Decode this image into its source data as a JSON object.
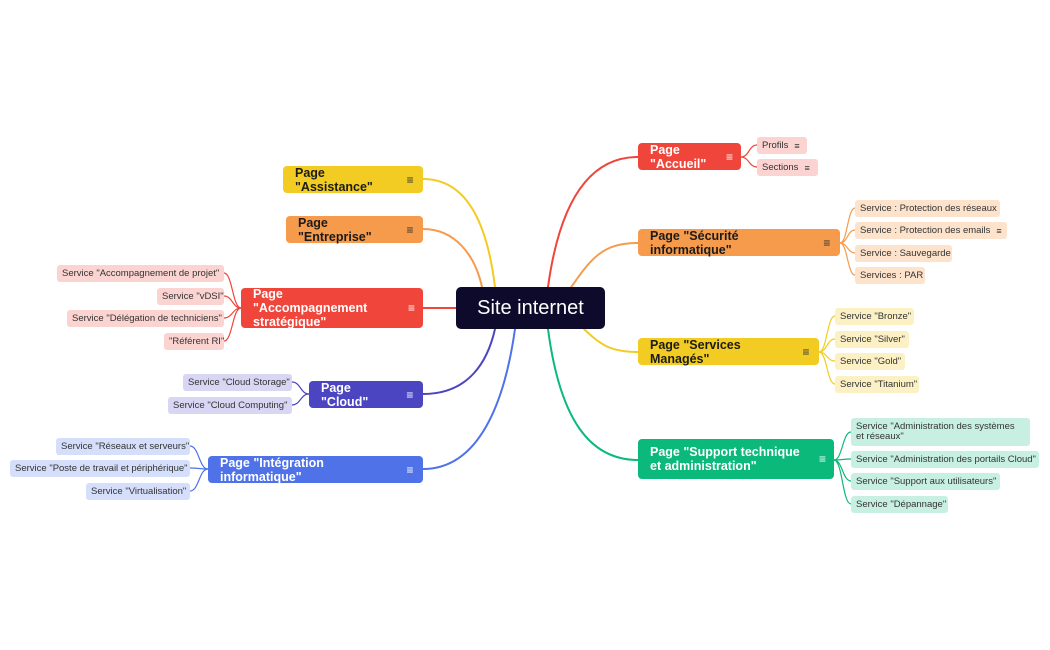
{
  "root": {
    "label": "Site internet",
    "color": "#0d0a2b"
  },
  "branches": {
    "accueil": {
      "label": "Page \"Accueil\"",
      "color": "#f0453a",
      "light": "#fbd3d0",
      "children": [
        "Profils",
        "Sections"
      ]
    },
    "securite": {
      "label": "Page \"Sécurité informatique\"",
      "color": "#f59b4b",
      "light": "#fde3cc",
      "children": [
        "Service : Protection des réseaux",
        "Service : Protection des emails",
        "Service : Sauvegarde",
        "Services : PAR"
      ]
    },
    "manages": {
      "label": "Page \"Services Managés\"",
      "color": "#f2cc22",
      "light": "#fcf1c4",
      "children": [
        "Service \"Bronze\"",
        "Service \"Silver\"",
        "Service \"Gold\"",
        "Service \"Titanium\""
      ]
    },
    "support": {
      "label": "Page \"Support technique et administration\"",
      "color": "#0bb97a",
      "light": "#c8f0e2",
      "children": [
        "Service \"Administration des systèmes et réseaux\"",
        "Service \"Administration des portails Cloud\"",
        "Service \"Support aux utilisateurs\"",
        "Service \"Dépannage\""
      ]
    },
    "assistance": {
      "label": "Page \"Assistance\"",
      "color": "#f2cc22",
      "light": "#fcf1c4",
      "children": []
    },
    "entreprise": {
      "label": "Page \"Entreprise\"",
      "color": "#f59b4b",
      "light": "#fde3cc",
      "children": []
    },
    "accompagnement": {
      "label": "Page \"Accompagnement stratégique\"",
      "color": "#f0453a",
      "light": "#fbd3d0",
      "children": [
        "Service \"Accompagnement de projet\"",
        "Service \"vDSI\"",
        "Service \"Délégation de techniciens\"",
        "\"Référent RI\""
      ]
    },
    "cloud": {
      "label": "Page \"Cloud\"",
      "color": "#4b45c2",
      "light": "#d8d6f3",
      "children": [
        "Service \"Cloud Storage\"",
        "Service \"Cloud Computing\""
      ]
    },
    "integration": {
      "label": "Page \"Intégration informatique\"",
      "color": "#4f72e8",
      "light": "#d5dffb",
      "children": [
        "Service \"Réseaux et serveurs\"",
        "Service \"Poste de travail et périphérique\"",
        "Service \"Virtualisation\""
      ]
    }
  },
  "icons": {
    "note": "note-lines-icon"
  }
}
